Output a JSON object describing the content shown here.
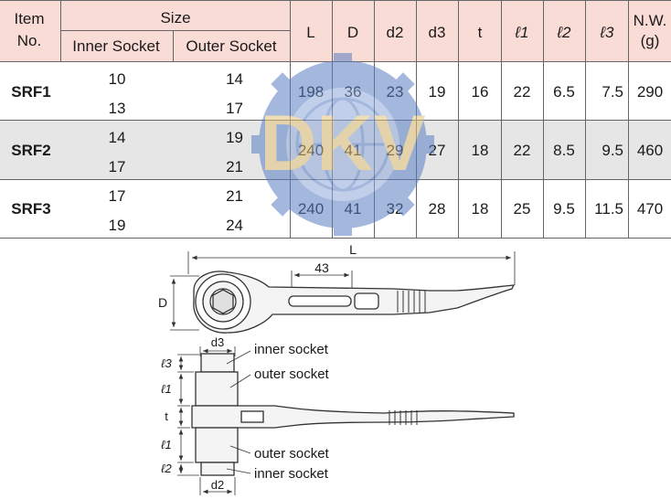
{
  "header": {
    "item": "Item",
    "no": "No.",
    "size": "Size",
    "inner_socket": "Inner Socket",
    "outer_socket": "Outer Socket",
    "L": "L",
    "D": "D",
    "d2": "d2",
    "d3": "d3",
    "t": "t",
    "l1": "ℓ1",
    "l2": "ℓ2",
    "l3": "ℓ3",
    "nw": "N.W.",
    "nw_unit": "(g)"
  },
  "rows": [
    {
      "item": "SRF1",
      "inner": [
        "10",
        "13"
      ],
      "outer": [
        "14",
        "17"
      ],
      "L": "198",
      "D": "36",
      "d2": "23",
      "d3": "19",
      "t": "16",
      "l1": "22",
      "l2": "6.5",
      "l3": "7.5",
      "nw": "290"
    },
    {
      "item": "SRF2",
      "inner": [
        "14",
        "17"
      ],
      "outer": [
        "19",
        "21"
      ],
      "L": "240",
      "D": "41",
      "d2": "29",
      "d3": "27",
      "t": "18",
      "l1": "22",
      "l2": "8.5",
      "l3": "9.5",
      "nw": "460"
    },
    {
      "item": "SRF3",
      "inner": [
        "17",
        "19"
      ],
      "outer": [
        "21",
        "24"
      ],
      "L": "240",
      "D": "41",
      "d2": "32",
      "d3": "28",
      "t": "18",
      "l1": "25",
      "l2": "9.5",
      "l3": "11.5",
      "nw": "470"
    }
  ],
  "watermark": {
    "text": "DKV"
  },
  "colors": {
    "header_bg": "#fadcd6",
    "row_alt_bg": "#e6e6e6",
    "line": "#333333",
    "watermark_blue": "#5a7fc4",
    "watermark_text": "#e2c27a"
  },
  "diagram_top": {
    "L": "L",
    "D": "D",
    "dim_43": "43"
  },
  "diagram_side": {
    "d3": "d3",
    "d2": "d2",
    "l3": "ℓ3",
    "l1_top": "ℓ1",
    "t": "t",
    "l1_bottom": "ℓ1",
    "l2": "ℓ2",
    "inner_socket_top": "inner socket",
    "outer_socket_top": "outer socket",
    "outer_socket_bottom": "outer socket",
    "inner_socket_bottom": "inner socket"
  }
}
